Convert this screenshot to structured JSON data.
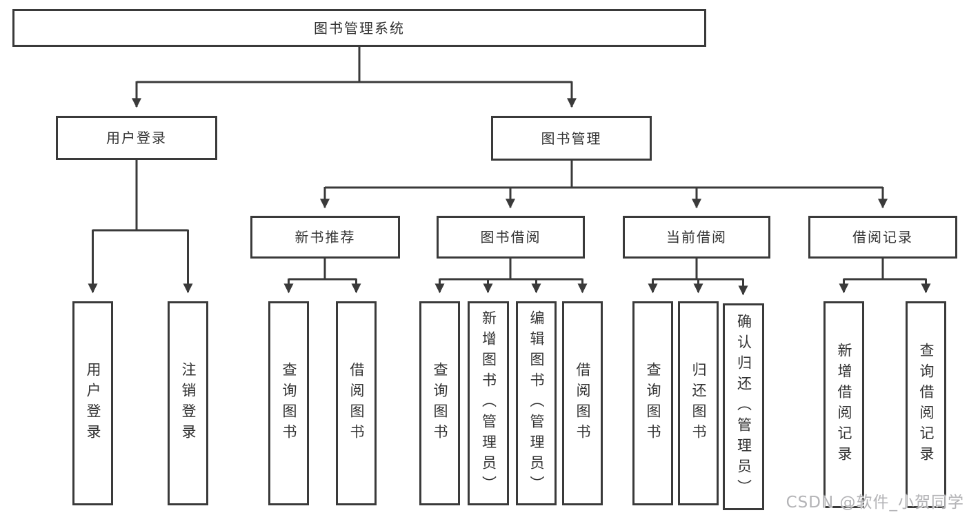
{
  "diagram": {
    "root": {
      "label": "图书管理系统"
    },
    "branches": [
      {
        "label": "用户登录",
        "children": [
          {
            "label": "用户登录"
          },
          {
            "label": "注销登录"
          }
        ]
      },
      {
        "label": "图书管理",
        "children": [
          {
            "label": "新书推荐",
            "children": [
              {
                "label": "查询图书"
              },
              {
                "label": "借阅图书"
              }
            ]
          },
          {
            "label": "图书借阅",
            "children": [
              {
                "label": "查询图书"
              },
              {
                "label": "新增图书（管理员）"
              },
              {
                "label": "编辑图书（管理员）"
              },
              {
                "label": "借阅图书"
              }
            ]
          },
          {
            "label": "当前借阅",
            "children": [
              {
                "label": "查询图书"
              },
              {
                "label": "归还图书"
              },
              {
                "label": "确认归还（管理员）"
              }
            ]
          },
          {
            "label": "借阅记录",
            "children": [
              {
                "label": "新增借阅记录"
              },
              {
                "label": "查询借阅记录"
              }
            ]
          }
        ]
      }
    ]
  },
  "watermark": {
    "text": "CSDN @软件_小贺同学"
  },
  "colors": {
    "line": "#3a3a3a",
    "text": "#333333",
    "watermark": "#b3b3b6",
    "background": "#ffffff"
  }
}
